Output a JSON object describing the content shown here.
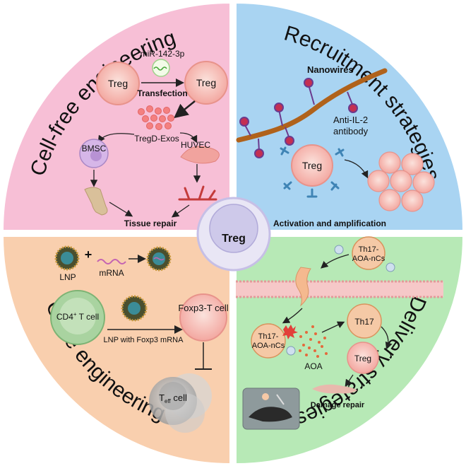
{
  "center": {
    "label": "Treg"
  },
  "quadrants": {
    "cell_free": {
      "title": "Cell-free engineering",
      "color": "#f7bfd6",
      "treg_left": "Treg",
      "treg_right": "Treg",
      "mirna": "miR-142-3p",
      "transfection": "Transfection",
      "exos": "TregD-Exos",
      "bmsc": "BMSC",
      "huvec": "HUVEC",
      "repair": "Tissue repair"
    },
    "recruitment": {
      "title": "Recruitment strategies",
      "color": "#a9d4f2",
      "nanowires": "Nanowires",
      "antibody_line1": "Anti-IL-2",
      "antibody_line2": "antibody",
      "treg": "Treg",
      "activation": "Activation and amplification"
    },
    "gene": {
      "title": "Gene engineering",
      "color": "#f9cfae",
      "lnp": "LNP",
      "mrna": "mRNA",
      "cd4_main": "CD4",
      "cd4_sup": "+",
      "cd4_tail": " T cell",
      "lnp_foxp3": "LNP with Foxp3 mRNA",
      "foxp3_cell": "Foxp3-T cell",
      "teff_main": "T",
      "teff_sub": "eff",
      "teff_tail": " cell"
    },
    "delivery": {
      "title": "Delivery strategies",
      "color": "#b7e9b6",
      "th17_nc_top_1": "Th17-",
      "th17_nc_top_2": "AOA-nCs",
      "th17_nc_low_1": "Th17-",
      "th17_nc_low_2": "AOA-nCs",
      "aoa": "AOA",
      "th17": "Th17",
      "treg": "Treg",
      "damage": "Damage repair"
    }
  }
}
